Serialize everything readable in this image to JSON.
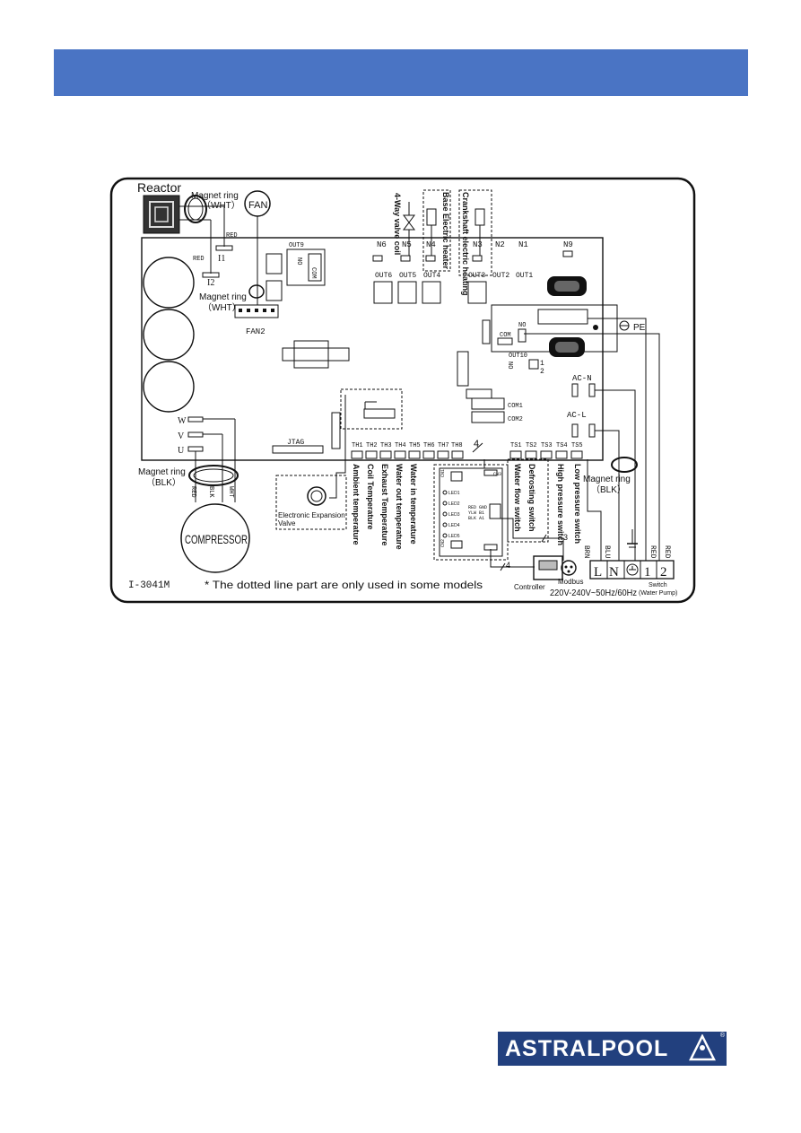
{
  "diagram": {
    "reactor": "Reactor",
    "magnet_ring_wht_1": "Magnet ring",
    "magnet_ring_wht_1_color": "（WHT）",
    "fan": "FAN",
    "red_1": "RED",
    "i1": "I1",
    "red_2": "RED",
    "i2": "I2",
    "out9": "OUT9",
    "no_1": "NO",
    "com_1": "COM",
    "magnet_ring_wht_2": "Magnet ring",
    "magnet_ring_wht_2_color": "（WHT）",
    "fan2": "FAN2",
    "four_way_valve": "4-Way valve coil",
    "base_heater": "Base Electric heater",
    "crank_heater": "Crankshaft electric heating",
    "n6": "N6",
    "n5": "N5",
    "n4": "N4",
    "n3": "N3",
    "n2": "N2",
    "n1": "N1",
    "n9": "N9",
    "out6": "OUT6",
    "out5": "OUT5",
    "out4": "OUT4",
    "out3": "OUT3",
    "out2": "OUT2",
    "out1": "OUT1",
    "pe": "PE",
    "no_2": "NO",
    "com_2": "COM",
    "out10": "OUT10",
    "no_3": "NO",
    "one": "1",
    "two": "2",
    "ac_n": "AC-N",
    "ac_l": "AC-L",
    "com1": "COM1",
    "com2": "COM2",
    "w": "W",
    "v": "V",
    "u": "U",
    "jtag": "JTAG",
    "th_labels": [
      "TH1",
      "TH2",
      "TH3",
      "TH4",
      "TH5",
      "TH6",
      "TH7",
      "TH8"
    ],
    "ts_labels": [
      "TS1",
      "TS2",
      "TS3",
      "TS4",
      "TS5"
    ],
    "four_mark": "4",
    "ambient": "Ambient temperature",
    "coil": "Coil Temperature",
    "exhaust": "Exhaust Temperature",
    "water_out": "Water out temperature",
    "water_in": "Water in temperature",
    "water_flow": "Water flow switch",
    "defrosting": "Defrosting switch",
    "high_pressure": "High pressure switch",
    "low_pressure": "Low pressure switch",
    "magnet_ring_blk_1": "Magnet ring",
    "magnet_ring_blk_1_color": "（BLK）",
    "magnet_ring_blk_2": "Magnet ring",
    "magnet_ring_blk_2_color": "（BLK）",
    "red_3": "RED",
    "blk": "BLK",
    "wht": "WHT",
    "compressor": "COMPRESSOR",
    "eev_1": "Electronic Expansion",
    "eev_2": "Valve",
    "cn3": "CN3",
    "cn1": "CN1",
    "cn2": "CN2",
    "leds": [
      "LED1",
      "LED2",
      "LED3",
      "LED4",
      "LED5"
    ],
    "cn4_wires": [
      "RED  GND",
      "YLW  B1",
      "BLK   A1"
    ],
    "three": "3",
    "four_b": "4",
    "brn": "BRN",
    "blu": "BLU",
    "red_4": "RED",
    "red_5": "RED",
    "term_l": "L",
    "term_n": "N",
    "term_1": "1",
    "term_2": "2",
    "modbus": "Modbus",
    "controller": "Controller",
    "switch_1": "Switch",
    "switch_2": "(Water Pump)",
    "power": "220V-240V~50Hz/60Hz",
    "model": "I-3041M",
    "footnote": "* The dotted line part are only used in some models"
  },
  "brand": {
    "name": "ASTRALPOOL",
    "reg": "®",
    "color": "#22407e"
  },
  "header": {
    "color": "#4a74c4"
  }
}
